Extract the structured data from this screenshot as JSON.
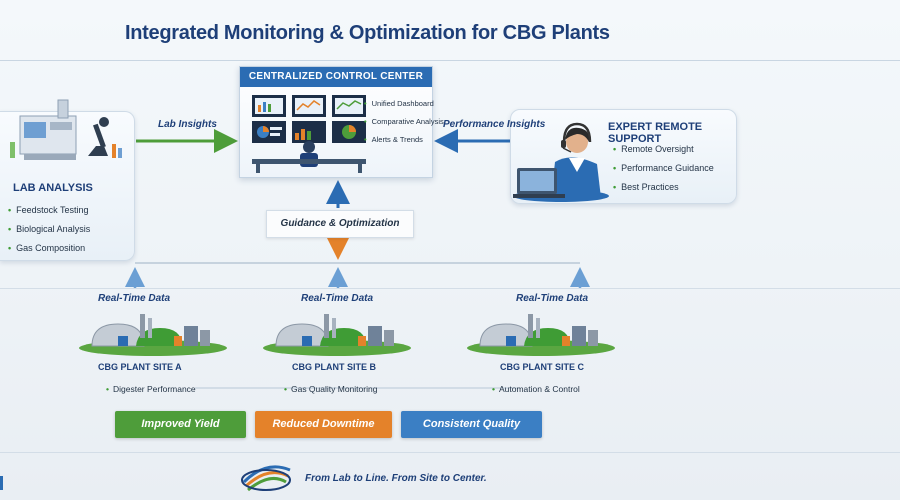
{
  "title": "Integrated Monitoring & Optimization for CBG Plants",
  "control_center": {
    "header": "CENTRALIZED CONTROL CENTER",
    "items": [
      "Unified Dashboard",
      "Comparative Analysis",
      "Alerts & Trends"
    ]
  },
  "lab": {
    "title": "LAB ANALYSIS",
    "items": [
      "Feedstock Testing",
      "Biological Analysis",
      "Gas Composition"
    ]
  },
  "remote_support": {
    "title": "EXPERT REMOTE SUPPORT",
    "items": [
      "Remote Oversight",
      "Performance Guidance",
      "Best Practices"
    ]
  },
  "flows": {
    "lab_insights": "Lab Insights",
    "performance_insights": "Performance Insights",
    "guidance": "Guidance & Optimization",
    "real_time": "Real-Time Data"
  },
  "sites": [
    {
      "name": "CBG PLANT SITE A",
      "metric": "Digester Performance"
    },
    {
      "name": "CBG PLANT SITE B",
      "metric": "Gas Quality Monitoring"
    },
    {
      "name": "CBG PLANT SITE C",
      "metric": "Automation & Control"
    }
  ],
  "outcomes": [
    {
      "label": "Improved Yield",
      "color": "#4e9d3a"
    },
    {
      "label": "Reduced Downtime",
      "color": "#e4822a"
    },
    {
      "label": "Consistent Quality",
      "color": "#3b7fc4"
    }
  ],
  "tagline": "From Lab to Line. From Site to Center.",
  "colors": {
    "accent_blue": "#2b6cb3",
    "accent_green": "#4e9d3a",
    "accent_orange": "#e4822a",
    "title_navy": "#1e3f78"
  }
}
